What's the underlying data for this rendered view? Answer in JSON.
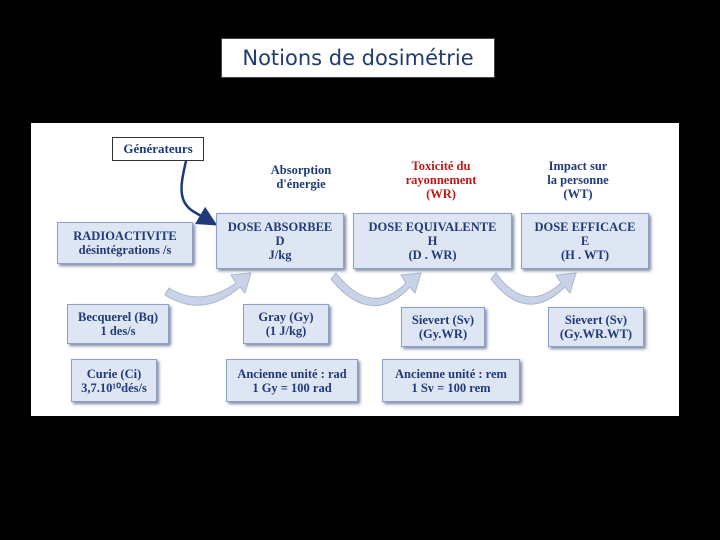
{
  "title": "Notions de dosimétrie",
  "generator": "Générateurs",
  "top_labels": {
    "absorption": [
      "Absorption",
      "d'énergie"
    ],
    "toxicity": [
      "Toxicité du",
      "rayonnement",
      "(WR)"
    ],
    "impact": [
      "Impact sur",
      "la personne",
      "(WT)"
    ]
  },
  "row1": {
    "radioactivite": [
      "RADIOACTIVITE",
      "désintégrations /s"
    ],
    "dose_absorbee": [
      "DOSE ABSORBEE",
      "D",
      "J/kg"
    ],
    "dose_equivalente": [
      "DOSE EQUIVALENTE",
      "H",
      "(D . WR)"
    ],
    "dose_efficace": [
      "DOSE EFFICACE",
      "E",
      "(H . WT)"
    ]
  },
  "row2": {
    "becquerel": [
      "Becquerel (Bq)",
      "1  des/s"
    ],
    "gray": [
      "Gray (Gy)",
      "(1 J/kg)"
    ],
    "sievert1": [
      "Sievert (Sv)",
      "(Gy.WR)"
    ],
    "sievert2": [
      "Sievert (Sv)",
      "(Gy.WR.WT)"
    ]
  },
  "row3": {
    "curie": [
      "Curie (Ci)",
      "3,7.10¹⁰dés/s"
    ],
    "rad": [
      "Ancienne unité : rad",
      "1 Gy = 100 rad"
    ],
    "rem": [
      "Ancienne unité : rem",
      "1 Sv = 100 rem"
    ]
  },
  "colors": {
    "box_fill": "#dfe6f3",
    "text_blue": "#1f3a7a",
    "text_red": "#c01818",
    "arrow_fill": "#c9d3e8"
  }
}
